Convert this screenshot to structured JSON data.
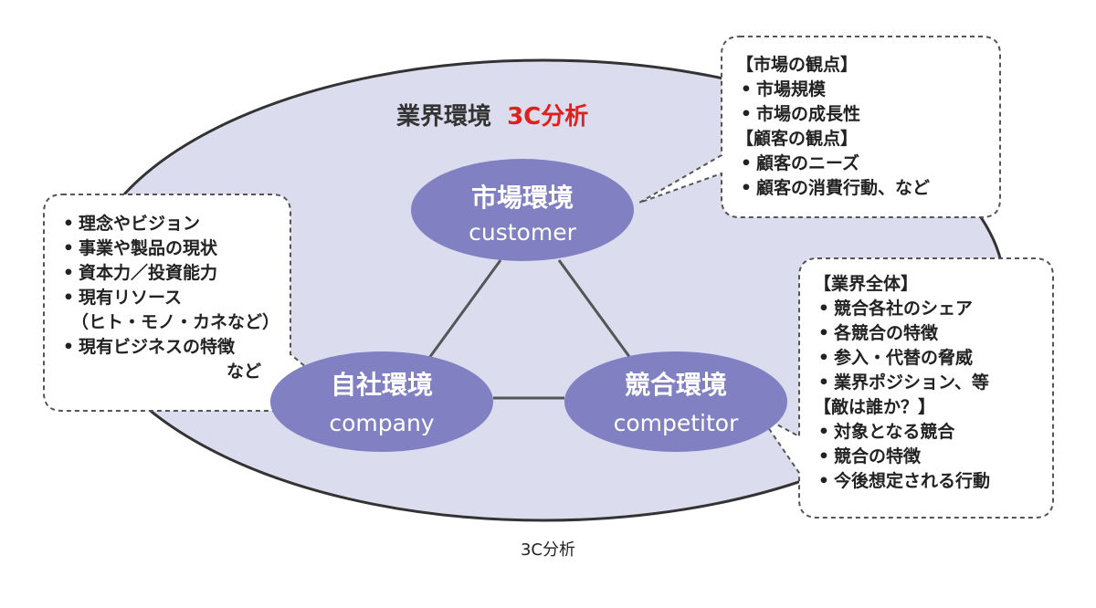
{
  "title": {
    "main": "業界環境",
    "accent": "3C分析"
  },
  "nodes": {
    "customer": {
      "jp": "市場環境",
      "en": "customer"
    },
    "company": {
      "jp": "自社環境",
      "en": "company"
    },
    "competitor": {
      "jp": "競合環境",
      "en": "competitor"
    }
  },
  "customer_box": {
    "h1": "【市場の観点】",
    "items1": [
      "市場規模",
      "市場の成長性"
    ],
    "h2": "【顧客の観点】",
    "items2": [
      "顧客のニーズ",
      "顧客の消費行動、など"
    ]
  },
  "company_box": {
    "items": [
      "理念やビジョン",
      "事業や製品の現状",
      "資本力／投資能力",
      "現有リソース"
    ],
    "sub": "（ヒト・モノ・カネなど）",
    "item5": "現有ビジネスの特徴",
    "tail": "など"
  },
  "competitor_box": {
    "h1": "【業界全体】",
    "items1": [
      "競合各社のシェア",
      "各競合の特徴",
      "参入・代替の脅威",
      "業界ポジション、等"
    ],
    "h2": "【敵は誰か？】",
    "items2": [
      "対象となる競合",
      "競合の特徴",
      "今後想定される行動"
    ]
  },
  "caption": "3C分析",
  "colors": {
    "background_ellipse": "#dcdcef",
    "node_fill": "#8080c2",
    "node_text": "#ffffff",
    "accent": "#e0201a",
    "outline": "#444444"
  }
}
